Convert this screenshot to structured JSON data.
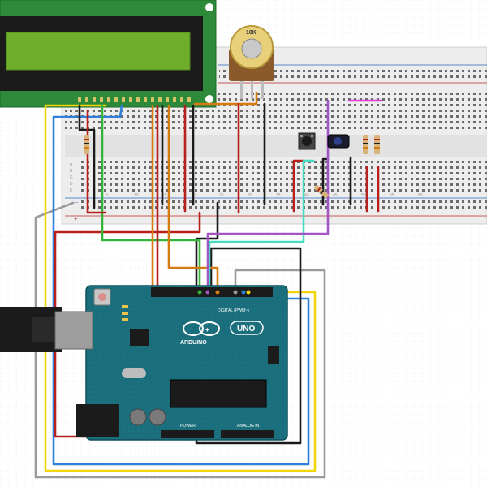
{
  "pot_label": "10K",
  "arduino": {
    "brand": "ARDUINO",
    "model": "UNO",
    "digital_label": "DIGITAL (PWM~)",
    "analog_label": "ANALOG IN",
    "power_label": "POWER"
  },
  "breadboard": {
    "row_letters": [
      "A",
      "B",
      "C",
      "D",
      "E"
    ],
    "col_numbers": [
      "5",
      "10",
      "15",
      "20",
      "25",
      "30",
      "35",
      "40",
      "45",
      "50",
      "55",
      "60"
    ],
    "plus": "+",
    "minus": "−"
  },
  "wire_colors": {
    "red": "#b8201c",
    "black": "#1a1a1a",
    "yellow": "#f2d60b",
    "blue": "#2f7fd8",
    "green": "#35b43b",
    "orange": "#d87a12",
    "purple": "#a255c4",
    "cyan": "#46dcc2",
    "gray": "#9a9a9a",
    "magenta": "#e23cd8"
  },
  "colors": {
    "lcd_board": "#2c8a3a",
    "lcd_screen": "#6fae2a",
    "arduino_board": "#1b6f7d",
    "breadboard": "#ececec"
  }
}
